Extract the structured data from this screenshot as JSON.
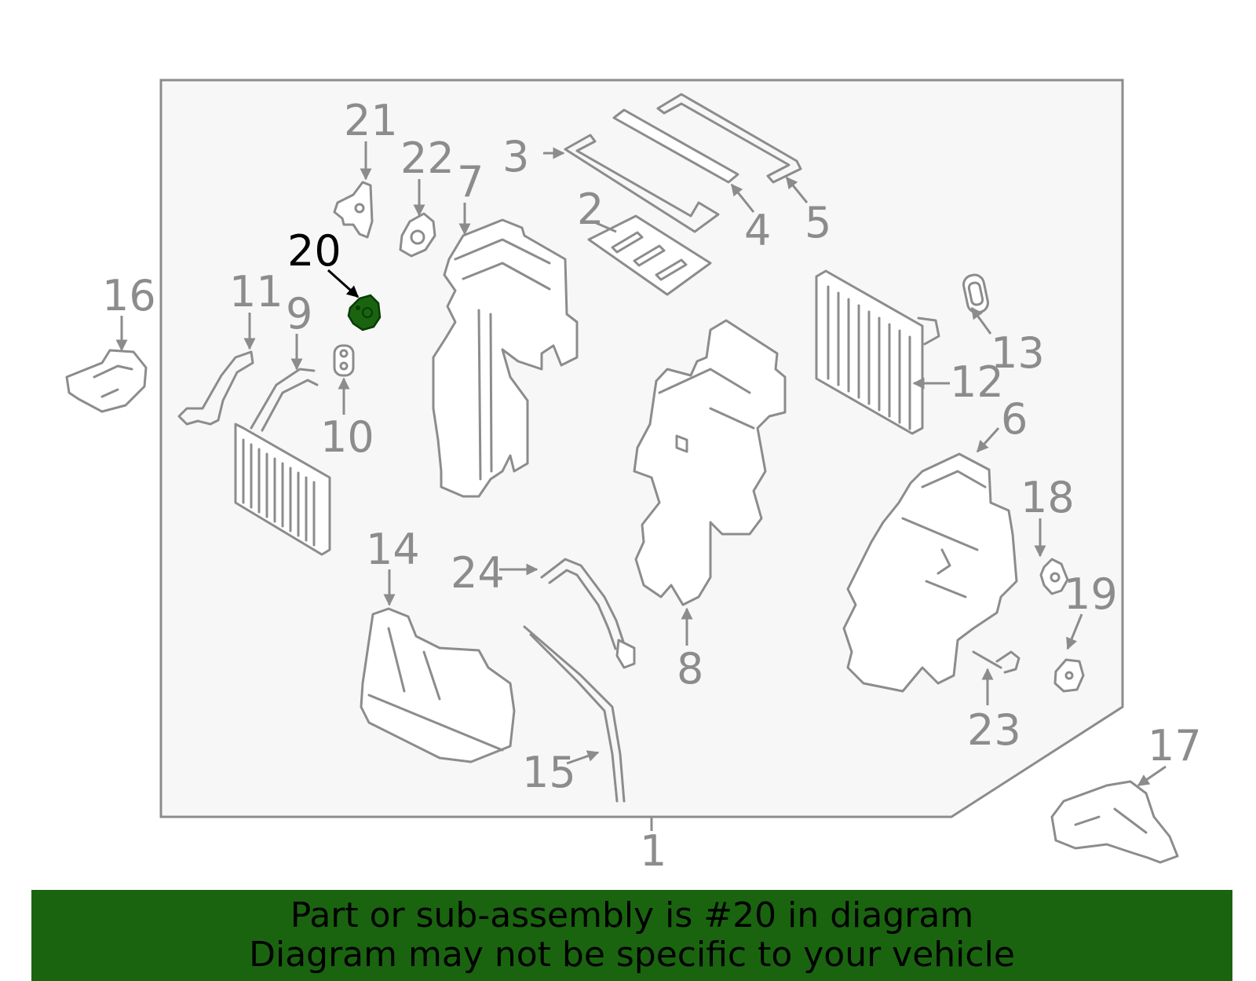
{
  "highlight_color": "#1a6410",
  "callouts": {
    "c1": "1",
    "c2": "2",
    "c3": "3",
    "c4": "4",
    "c5": "5",
    "c6": "6",
    "c7": "7",
    "c8": "8",
    "c9": "9",
    "c10": "10",
    "c11": "11",
    "c12": "12",
    "c13": "13",
    "c14": "14",
    "c15": "15",
    "c16": "16",
    "c17": "17",
    "c18": "18",
    "c19": "19",
    "c20": "20",
    "c21": "21",
    "c22": "22",
    "c23": "23",
    "c24": "24"
  },
  "banner": {
    "line1": "Part or sub-assembly is #20 in diagram",
    "line2": "Diagram may not be specific to your vehicle"
  }
}
